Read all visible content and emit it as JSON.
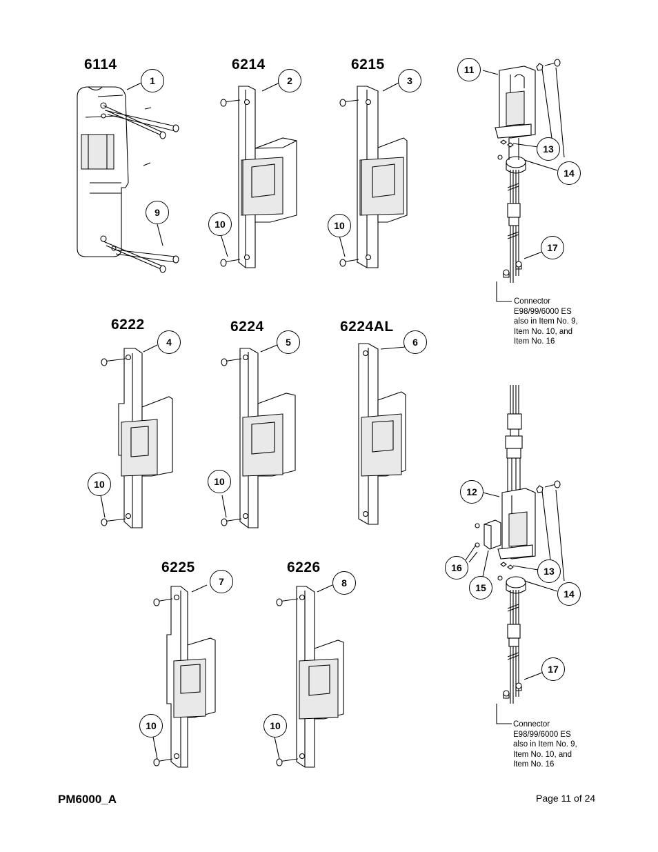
{
  "models": {
    "m6114": "6114",
    "m6214": "6214",
    "m6215": "6215",
    "m6222": "6222",
    "m6224": "6224",
    "m6224al": "6224AL",
    "m6225": "6225",
    "m6226": "6226"
  },
  "callouts": {
    "c1": "1",
    "c2": "2",
    "c3": "3",
    "c4": "4",
    "c5": "5",
    "c6": "6",
    "c7": "7",
    "c8": "8",
    "c9": "9",
    "c10a": "10",
    "c10b": "10",
    "c10c": "10",
    "c10d": "10",
    "c10e": "10",
    "c10f": "10",
    "c11": "11",
    "c12": "12",
    "c13a": "13",
    "c13b": "13",
    "c14a": "14",
    "c14b": "14",
    "c15": "15",
    "c16": "16",
    "c17a": "17",
    "c17b": "17"
  },
  "notes": {
    "connector_top": [
      "Connector",
      "E98/99/6000 ES",
      "also in Item No. 9,",
      "Item No. 10, and",
      "Item No. 16"
    ],
    "connector_bottom": [
      "Connector",
      "E98/99/6000 ES",
      "also in Item No. 9,",
      "Item No. 10, and",
      "Item No. 16"
    ]
  },
  "footer": {
    "doc_id": "PM6000_A",
    "page": "Page 11 of 24"
  }
}
